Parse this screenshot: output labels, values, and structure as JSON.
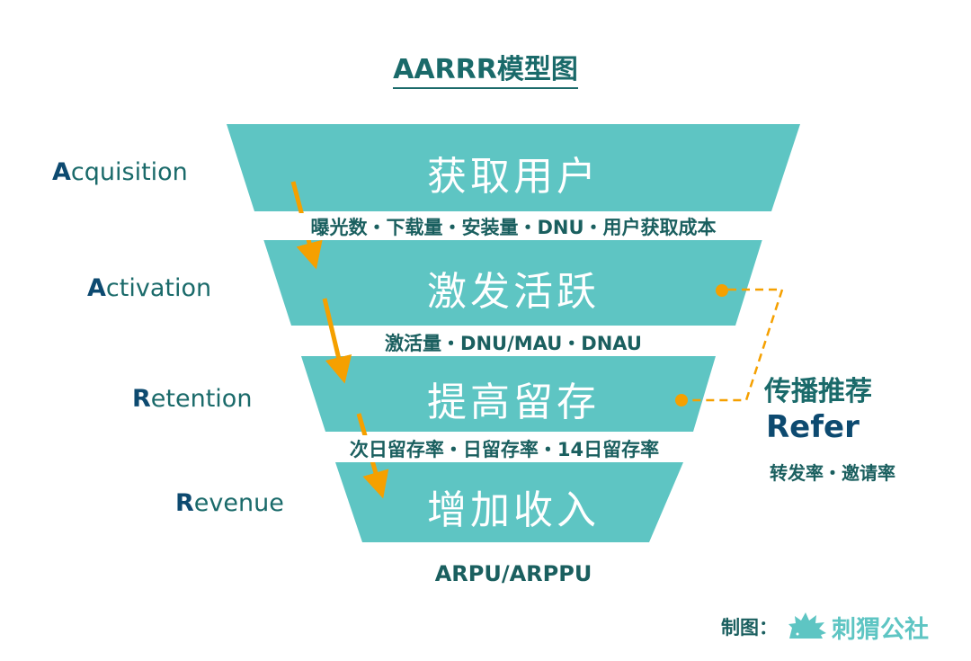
{
  "title": "AARRR模型图",
  "stages": [
    {
      "first": "A",
      "rest": "cquisition",
      "name": "获取用户",
      "metrics": "曝光数・下载量・安装量・DNU・用户获取成本"
    },
    {
      "first": "A",
      "rest": "ctivation",
      "name": "激发活跃",
      "metrics": "激活量・DNU/MAU・DNAU"
    },
    {
      "first": "R",
      "rest": "etention",
      "name": "提高留存",
      "metrics": "次日留存率・日留存率・14日留存率"
    },
    {
      "first": "R",
      "rest": "evenue",
      "name": "增加收入",
      "metrics": "ARPU/ARPPU"
    }
  ],
  "refer": {
    "cn": "传播推荐",
    "en": "Refer",
    "metrics": "转发率・邀请率"
  },
  "credit": {
    "label": "制图：",
    "logo": "刺猬公社"
  },
  "colors": {
    "funnel": "#5ec5c3",
    "arrow": "#f5a000",
    "text": "#1a6a6a",
    "accent": "#0d4a70"
  }
}
